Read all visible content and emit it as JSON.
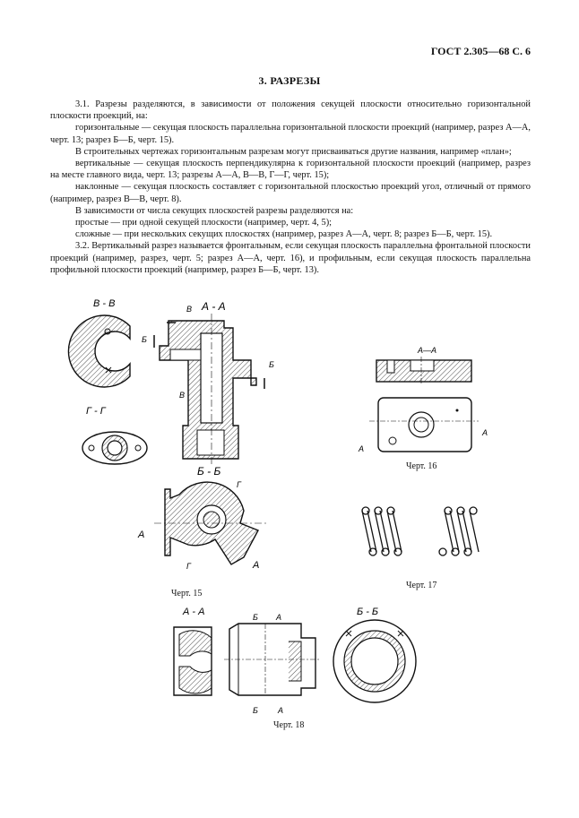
{
  "header": {
    "title": "ГОСТ 2.305—68 С. 6"
  },
  "section": {
    "title": "3. РАЗРЕЗЫ"
  },
  "paragraphs": [
    {
      "text": "3.1. Разрезы разделяются, в зависимости от положения секущей плоскости относительно горизонтальной плоскости проекций, на:",
      "indent": true
    },
    {
      "text": "горизонтальные — секущая плоскость параллельна горизонтальной плоскости проекций (например, разрез А—А, черт. 13; разрез Б—Б, черт. 15).",
      "indent": true
    },
    {
      "text": "В строительных чертежах горизонтальным разрезам могут присваиваться другие названия, например «план»;",
      "indent": true
    },
    {
      "text": "вертикальные — секущая плоскость перпендикулярна к горизонтальной плоскости проекций (например, разрез на месте главного вида, черт. 13; разрезы А—А, В—В, Г—Г, черт. 15);",
      "indent": true
    },
    {
      "text": "наклонные — секущая плоскость составляет с горизонтальной плоскостью проекций угол, отличный от прямого (например, разрез В—В, черт. 8).",
      "indent": true
    },
    {
      "text": "В зависимости от числа секущих плоскостей разрезы разделяются на:",
      "indent": true
    },
    {
      "text": "простые — при одной секущей плоскости (например, черт. 4, 5);",
      "indent": true
    },
    {
      "text": "сложные — при нескольких секущих плоскостях (например, разрез А—А, черт. 8; разрез Б—Б, черт. 15).",
      "indent": true
    },
    {
      "text": "3.2. Вертикальный разрез называется фронтальным, если секущая плоскость параллельна фронтальной плоскости проекций (например, разрез, черт. 5; разрез А—А, черт. 16), и профильным, если секущая плоскость параллельна профильной плоскости проекций (например, разрез Б—Б, черт. 13).",
      "indent": true
    }
  ],
  "figures": {
    "fig15": {
      "caption": "Черт. 15",
      "labels": {
        "vv": "В - В",
        "aa": "А - А",
        "gg": "Г - Г",
        "bb": "Б - Б",
        "v": "В",
        "b": "Б",
        "a": "А",
        "g": "Г"
      }
    },
    "fig16": {
      "caption": "Черт. 16",
      "labels": {
        "aa": "А—А",
        "a": "А"
      }
    },
    "fig17": {
      "caption": "Черт. 17"
    },
    "fig18": {
      "caption": "Черт. 18",
      "labels": {
        "aa": "А - А",
        "bb": "Б - Б",
        "b": "Б",
        "a": "А"
      }
    }
  }
}
